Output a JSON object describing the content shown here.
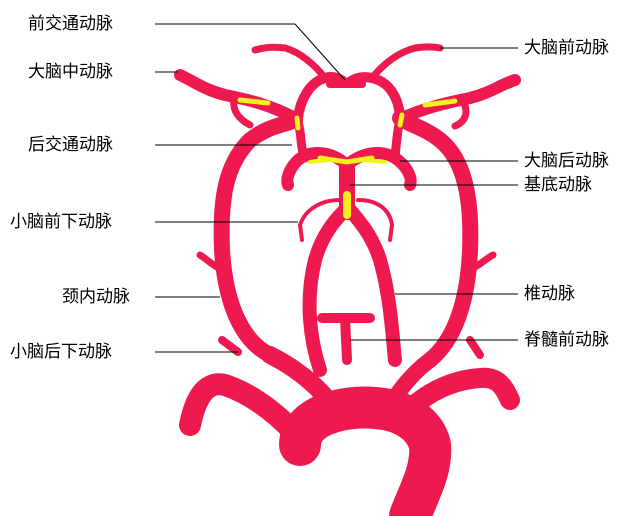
{
  "colors": {
    "artery": "#ee1a4f",
    "highlight": "#f5f21a",
    "leader": "#000000",
    "background": "#ffffff"
  },
  "labels": {
    "acom": "前交通动脉",
    "mca": "大脑中动脉",
    "pcom": "后交通动脉",
    "aica": "小脑前下动脉",
    "ica": "颈内动脉",
    "pica": "小脑后下动脉",
    "aca": "大脑前动脉",
    "pca": "大脑后动脉",
    "basilar": "基底动脉",
    "vertebral": "椎动脉",
    "asa": "脊髓前动脉"
  }
}
